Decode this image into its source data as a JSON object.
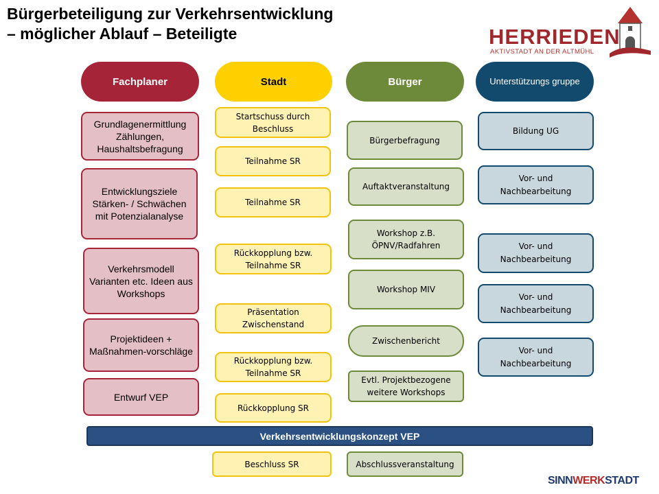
{
  "title": {
    "line1": "Bürgerbeteiligung zur Verkehrsentwicklung",
    "line2": "– möglicher Ablauf – Beteiligte"
  },
  "logo": {
    "name": "HERRIEDEN",
    "tagline": "AKTIVSTADT AN DER ALTMÜHL",
    "icon": "tower-icon"
  },
  "columns": {
    "fachplaner": {
      "header": "Fachplaner",
      "items": [
        "Grundlagenermittlung Zählungen, Haushaltsbefragung",
        "Entwicklungsziele Stärken- / Schwächen mit Potenzialanalyse",
        "Verkehrsmodell Varianten etc. Ideen aus Workshops",
        "Projektideen + Maßnahmen-vorschläge",
        "Entwurf  VEP"
      ]
    },
    "stadt": {
      "header": "Stadt",
      "items": [
        "Startschuss durch Beschluss",
        "Teilnahme SR",
        "Teilnahme SR",
        "Rückkopplung  bzw. Teilnahme SR",
        "Präsentation Zwischenstand",
        "Rückkopplung  bzw. Teilnahme SR",
        "Rückkopplung  SR"
      ]
    },
    "buerger": {
      "header": "Bürger",
      "items": [
        "Bürgerbefragung",
        "Auftaktveranstaltung",
        "Workshop z.B. ÖPNV/Radfahren",
        "Workshop  MIV",
        "Zwischenbericht",
        "Evtl. Projektbezogene weitere Workshops"
      ]
    },
    "ug": {
      "header": "Unterstützungs gruppe",
      "items": [
        "Bildung UG",
        "Vor-  und Nachbearbeitung",
        "Vor-  und Nachbearbeitung",
        "Vor-  und Nachbearbeitung",
        "Vor-  und Nachbearbeitung"
      ]
    }
  },
  "concept_bar": "Verkehrsentwicklungskonzept VEP",
  "bottom": {
    "stadt": "Beschluss SR",
    "buerger": "Abschlussveranstaltung"
  },
  "footer_logo": {
    "part1": "SINN",
    "part2": "WERK",
    "part3": "STADT"
  },
  "colors": {
    "fachplaner": "#a62438",
    "stadt": "#ffd000",
    "buerger": "#6d8a3a",
    "ug": "#124a6e",
    "concept_bar": "#2b5183",
    "logo": "#a0282d"
  }
}
